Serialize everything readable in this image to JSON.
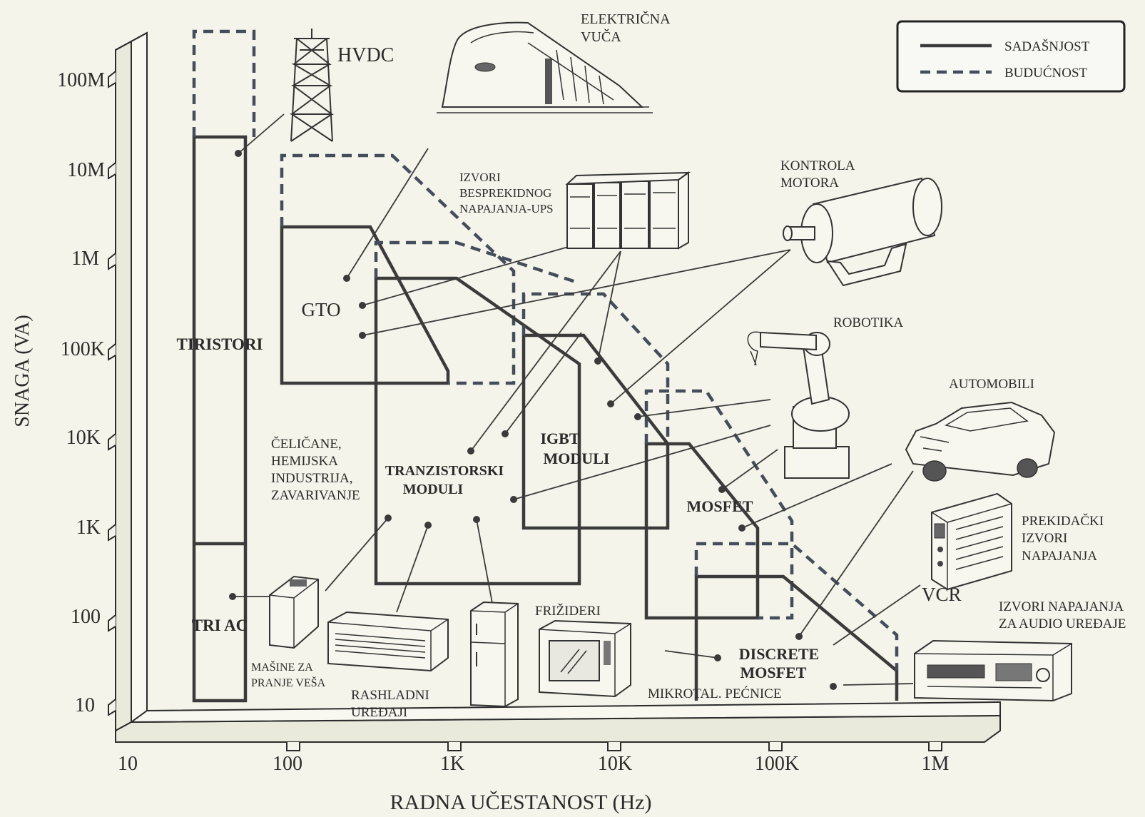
{
  "axes": {
    "y_label": "SNAGA  (VA)",
    "x_label": "RADNA UČESTANOST (Hz)",
    "y_ticks": [
      "100M",
      "10M",
      "1M",
      "100K",
      "10K",
      "1K",
      "100",
      "10"
    ],
    "x_ticks": [
      "10",
      "100",
      "1K",
      "10K",
      "100K",
      "1M"
    ]
  },
  "legend": {
    "present": "SADAŠNJOST",
    "future": "BUDUĆNOST"
  },
  "devices": {
    "tiristori": "TIRISTORI",
    "triac": "TRI AC",
    "gto": "GTO",
    "tranzistorski_1": "TRANZISTORSKI",
    "tranzistorski_2": "MODULI",
    "igbt_1": "IGBT",
    "igbt_2": "MODULI",
    "mosfet": "MOSFET",
    "discrete_1": "DISCRETE",
    "discrete_2": "MOSFET"
  },
  "applications": {
    "hvdc": "HVDC",
    "vuca_1": "ELEKTRIČNA",
    "vuca_2": "VUČA",
    "ups_1": "IZVORI",
    "ups_2": "BESPREKIDNOG",
    "ups_3": "NAPAJANJA-UPS",
    "motor_1": "KONTROLA",
    "motor_2": "MOTORA",
    "robotika": "ROBOTIKA",
    "automobili": "AUTOMOBILI",
    "prekidacki_1": "PREKIDAČKI",
    "prekidacki_2": "IZVORI",
    "prekidacki_3": "NAPAJANJA",
    "vcr": "VCR",
    "audio_1": "IZVORI NAPAJANJA",
    "audio_2": "ZA AUDIO UREĐAJE",
    "celicane_1": "ČELIČANE,",
    "celicane_2": "HEMIJSKA",
    "celicane_3": "INDUSTRIJA,",
    "celicane_4": "ZAVARIVANJE",
    "masine_1": "MAŠINE ZA",
    "masine_2": "PRANJE VEŠA",
    "rashladni_1": "RASHLADNI",
    "rashladni_2": "UREĐAJI",
    "frizideri": "FRIŽIDERI",
    "mikrotal": "MIKROTAL. PEĆNICE"
  },
  "colors": {
    "background": "#f4f4ea",
    "line": "#3b3b3b",
    "dashed": "#454d5c"
  }
}
